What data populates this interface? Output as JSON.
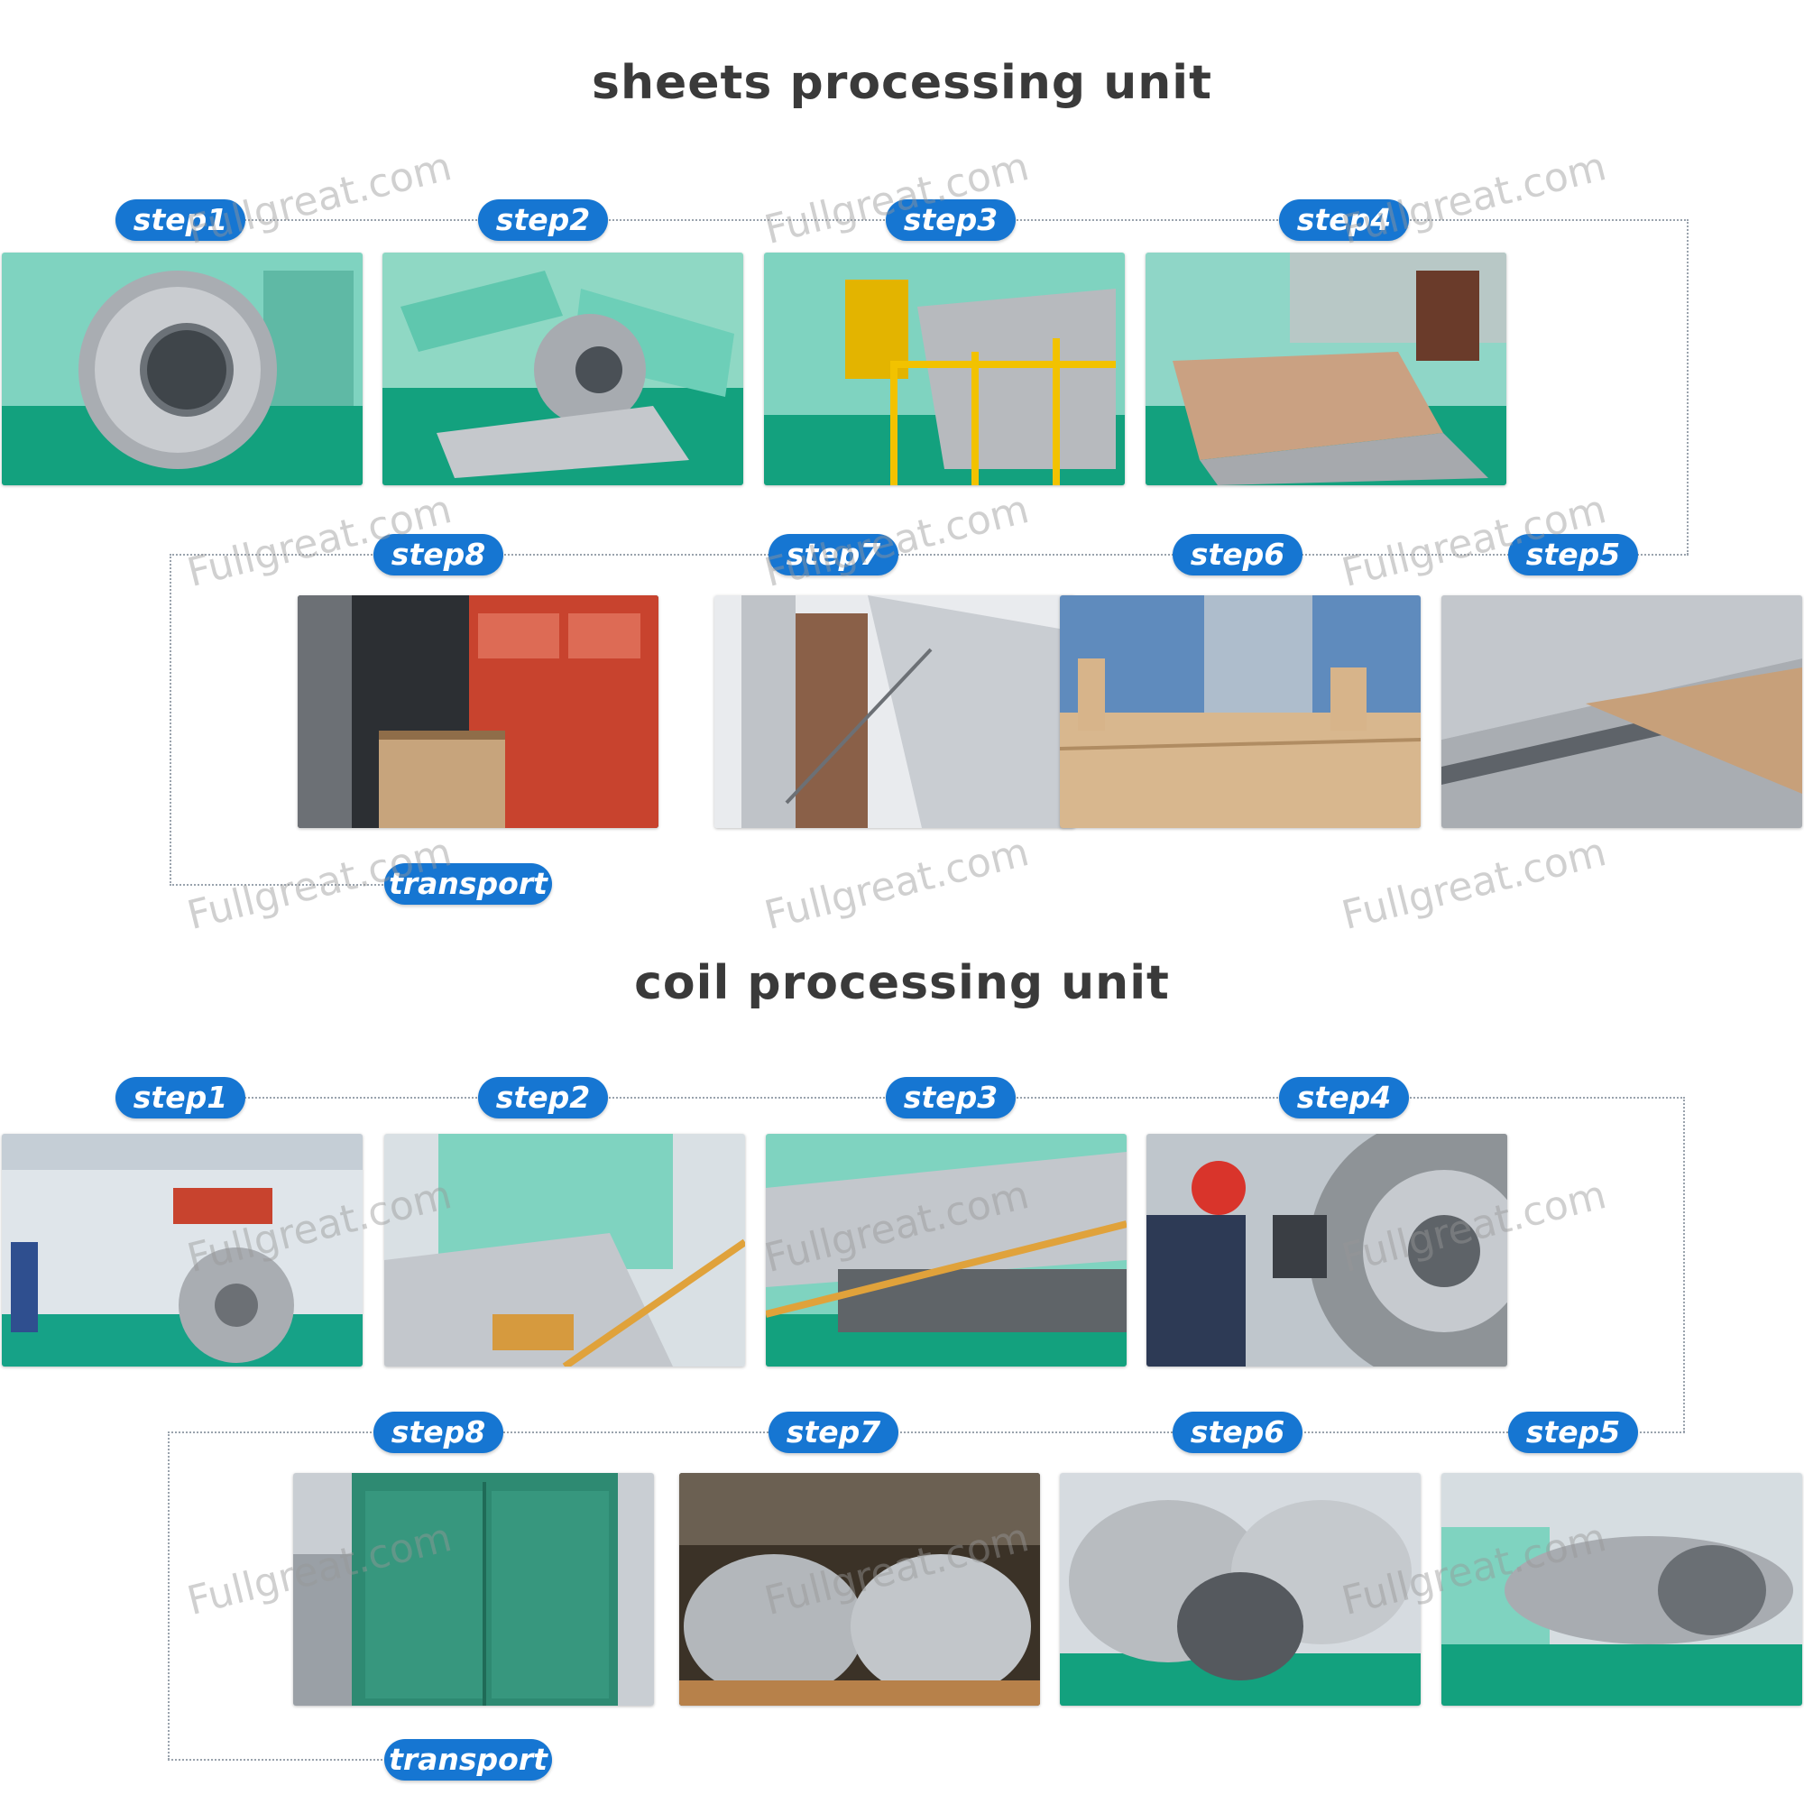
{
  "sheets": {
    "title": "sheets processing unit",
    "steps": [
      "step1",
      "step2",
      "step3",
      "step4",
      "step5",
      "step6",
      "step7",
      "step8"
    ],
    "transport_label": "transport"
  },
  "coil": {
    "title": "coil processing unit",
    "steps": [
      "step1",
      "step2",
      "step3",
      "step4",
      "step5",
      "step6",
      "step7",
      "step8"
    ],
    "transport_label": "transport"
  },
  "watermark": "Fullgreat.com",
  "colors": {
    "pill": "#1676d2",
    "machine": "#7fd3c0",
    "floor": "#13a17e",
    "container_red": "#c8432e",
    "container_green": "#2e8a72",
    "steel": "#b9bcc0",
    "wood": "#c9a67c"
  }
}
